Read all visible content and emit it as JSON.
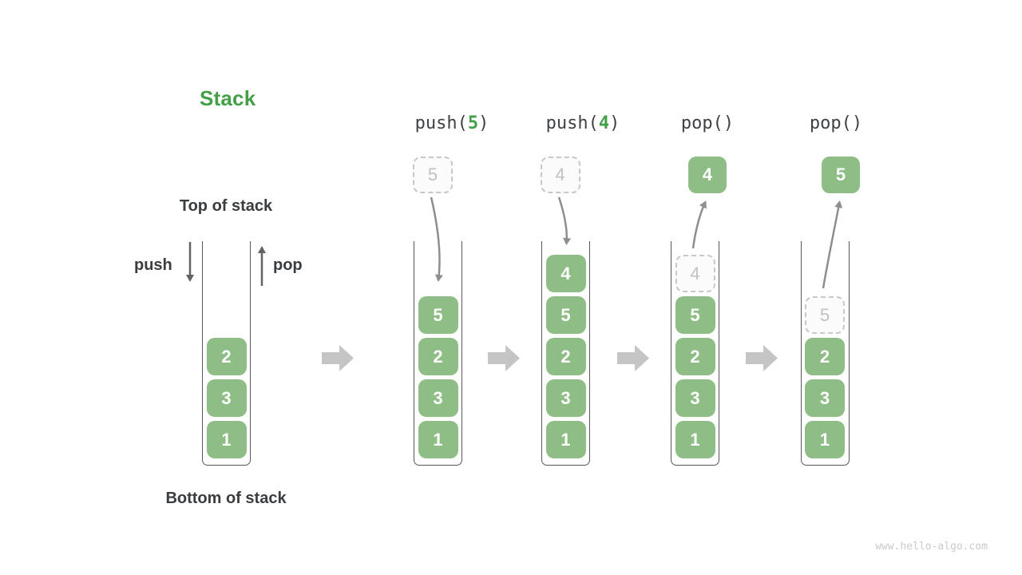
{
  "title": "Stack",
  "labels": {
    "top_of_stack": "Top of stack",
    "bottom_of_stack": "Bottom of stack",
    "push": "push",
    "pop": "pop"
  },
  "watermark": "www.hello-algo.com",
  "colors": {
    "title_green": "#43A047",
    "box_green": "#8EBD85",
    "box_text": "#FFFFFF",
    "ghost_border": "#C8C8C8",
    "ghost_text": "#C1C1C1",
    "label_dark": "#3A3D40",
    "operation_text": "#3F4245",
    "container_wall": "#54575B",
    "curved_arrow": "#8E8E8E",
    "push_pop_arrow": "#636363",
    "step_arrow": "#C5C5C5",
    "watermark_gray": "#CACACA"
  },
  "columns": [
    {
      "id": "initial",
      "operation": null,
      "stack": [
        {
          "v": "2"
        },
        {
          "v": "3"
        },
        {
          "v": "1"
        }
      ]
    },
    {
      "id": "push5",
      "operation": {
        "pre": "push(",
        "arg": "5",
        "post": ")"
      },
      "incoming_ghost": "5",
      "stack": [
        {
          "v": "5"
        },
        {
          "v": "2"
        },
        {
          "v": "3"
        },
        {
          "v": "1"
        }
      ]
    },
    {
      "id": "push4",
      "operation": {
        "pre": "push(",
        "arg": "4",
        "post": ")"
      },
      "incoming_ghost": "4",
      "stack": [
        {
          "v": "4"
        },
        {
          "v": "5"
        },
        {
          "v": "2"
        },
        {
          "v": "3"
        },
        {
          "v": "1"
        }
      ]
    },
    {
      "id": "pop-first",
      "operation": {
        "pre": "pop(",
        "arg": "",
        "post": ")"
      },
      "popped": "4",
      "stack": [
        {
          "v": "4",
          "ghost": true
        },
        {
          "v": "5"
        },
        {
          "v": "2"
        },
        {
          "v": "3"
        },
        {
          "v": "1"
        }
      ]
    },
    {
      "id": "pop-second",
      "operation": {
        "pre": "pop(",
        "arg": "",
        "post": ")"
      },
      "popped": "5",
      "stack": [
        {
          "v": "5",
          "ghost": true
        },
        {
          "v": "2"
        },
        {
          "v": "3"
        },
        {
          "v": "1"
        }
      ]
    }
  ]
}
